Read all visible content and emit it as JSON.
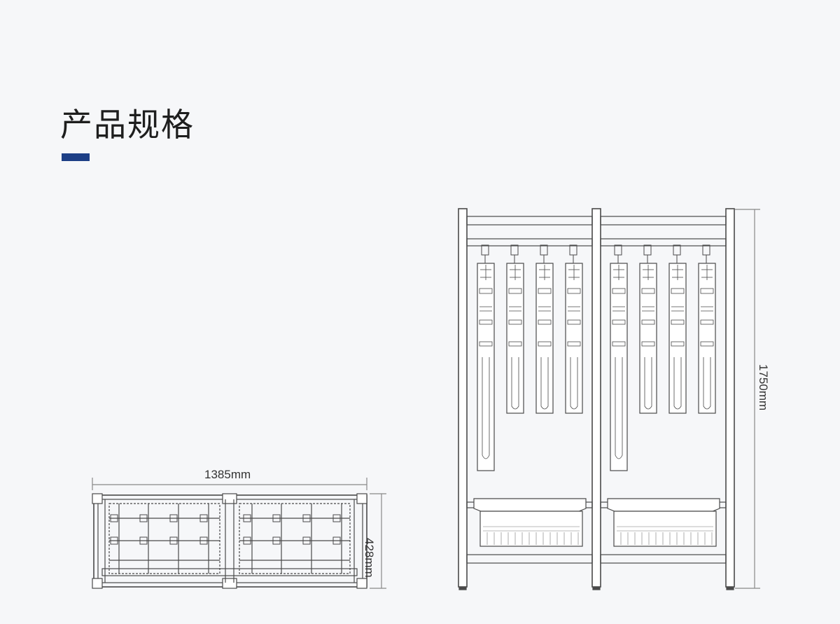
{
  "header": {
    "title": "产品规格"
  },
  "dimensions": {
    "width": "1385mm",
    "depth": "428mm",
    "height": "1750mm"
  },
  "colors": {
    "accent": "#1d3f86",
    "line": "#4a4a4a",
    "text": "#333333",
    "background": "#f6f7f9"
  }
}
